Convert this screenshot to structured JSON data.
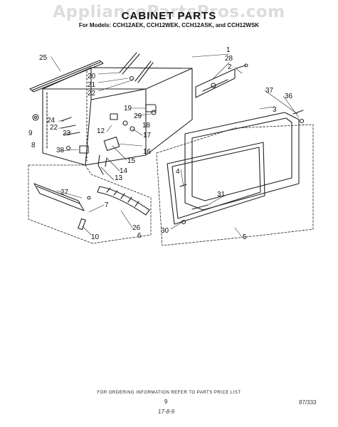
{
  "watermark": "AppliancePartsPros.com",
  "header": {
    "title": "CABINET PARTS",
    "models": "For Models: CCH12AEK, CCH12WEK, CCH12ASK, and CCH12WSK"
  },
  "callouts": [
    "1",
    "2",
    "3",
    "4",
    "5",
    "6",
    "7",
    "8",
    "9",
    "10",
    "12",
    "13",
    "14",
    "15",
    "16",
    "17",
    "18",
    "19",
    "20",
    "21",
    "22",
    "22",
    "23",
    "24",
    "25",
    "26",
    "27",
    "28",
    "29",
    "30",
    "31",
    "36",
    "37",
    "38"
  ],
  "footer": {
    "note": "FOR ORDERING INFORMATION REFER TO PARTS PRICE LIST",
    "page": "9",
    "code": "87/333",
    "mark": "17-8-9"
  }
}
